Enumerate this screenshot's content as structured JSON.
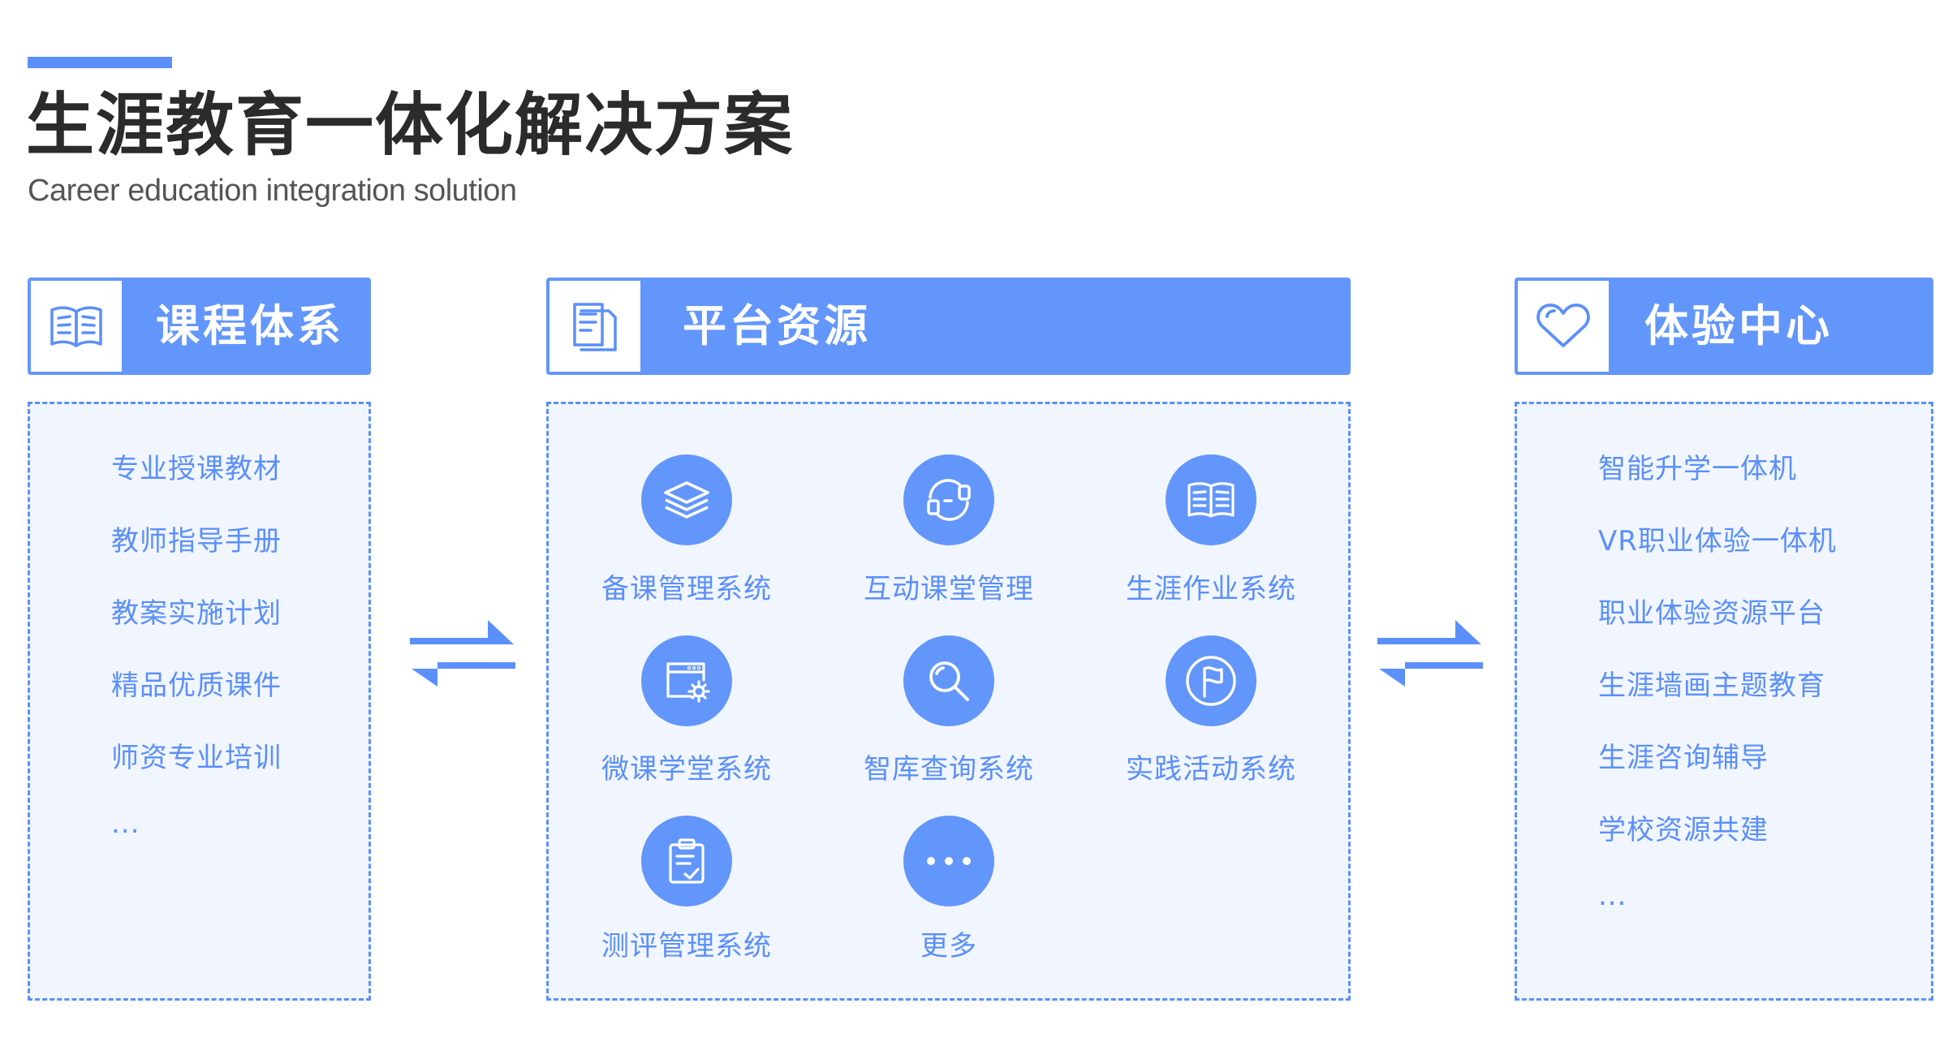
{
  "header": {
    "title": "生涯教育一体化解决方案",
    "subtitle": "Career education integration solution"
  },
  "columns": {
    "course": {
      "title": "课程体系",
      "icon": "book-icon",
      "items": [
        "专业授课教材",
        "教师指导手册",
        "教案实施计划",
        "精品优质课件",
        "师资专业培训",
        "..."
      ]
    },
    "platform": {
      "title": "平台资源",
      "icon": "document-icon",
      "items": [
        {
          "label": "备课管理系统",
          "icon": "layers-icon"
        },
        {
          "label": "互动课堂管理",
          "icon": "interaction-icon"
        },
        {
          "label": "生涯作业系统",
          "icon": "open-book-icon"
        },
        {
          "label": "微课学堂系统",
          "icon": "browser-gear-icon"
        },
        {
          "label": "智库查询系统",
          "icon": "search-icon"
        },
        {
          "label": "实践活动系统",
          "icon": "flag-icon"
        },
        {
          "label": "测评管理系统",
          "icon": "clipboard-check-icon"
        },
        {
          "label": "更多",
          "icon": "more-icon"
        }
      ]
    },
    "experience": {
      "title": "体验中心",
      "icon": "heart-icon",
      "items": [
        "智能升学一体机",
        "VR职业体验一体机",
        "职业体验资源平台",
        "生涯墙画主题教育",
        "生涯咨询辅导",
        "学校资源共建",
        "..."
      ]
    }
  },
  "colors": {
    "accent": "#5b8ff9",
    "header_fill": "#6396fb",
    "panel_fill": "#f0f5fe",
    "title_text": "#2b2b2b"
  }
}
